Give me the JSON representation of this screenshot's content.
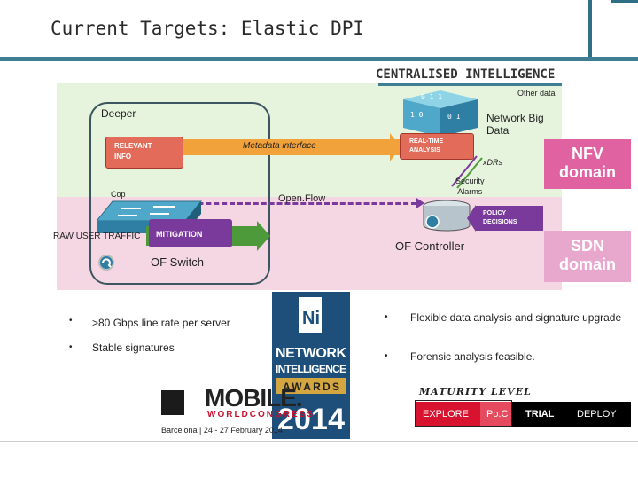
{
  "title": "Current Targets: Elastic DPI",
  "centralised_intelligence": "CENTRALISED INTELLIGENCE",
  "other_data": "Other data",
  "deeper": "Deeper",
  "relevant_info": [
    "RELEVANT",
    "INFO"
  ],
  "metadata_interface": "Metadata interface",
  "real_time_analysis": [
    "REAL-TIME",
    "ANALYSIS"
  ],
  "network_big_data": [
    "Network Big",
    "Data"
  ],
  "xdrs": "xDRs",
  "nfv_domain": [
    "NFV",
    "domain"
  ],
  "security_alarms": [
    "Security",
    "Alarms"
  ],
  "copy": "Cop",
  "openflow": "Open.Flow",
  "policy_decisions": [
    "POLICY",
    "DECISIONS"
  ],
  "raw_user_traffic": "RAW USER TRAFFIC",
  "mitigation": "MITIGATION",
  "of_controller": "OF Controller",
  "sdn_domain": [
    "SDN",
    "domain"
  ],
  "of_switch": "OF Switch",
  "bullets_left": [
    {
      "marker": "•",
      "text": ">80 Gbps line rate per server"
    },
    {
      "marker": "•",
      "text": "Stable signatures"
    }
  ],
  "bullets_right": [
    {
      "marker": "•",
      "text": "Flexible data analysis and signature upgrade"
    },
    {
      "marker": "•",
      "text": "Forensic analysis feasible."
    }
  ],
  "maturity_level": {
    "label": "MATURITY LEVEL",
    "steps": [
      "EXPLORE",
      "Po.C",
      "TRIAL",
      "DEPLOY"
    ]
  },
  "mwc_logo": {
    "brand": "MOBILE.",
    "subtitle": "WORLDCONGRESS",
    "location": "Barcelona | 24 - 27 February 2014"
  },
  "award_logo": {
    "badge": "Ni",
    "line1": "NETWORK",
    "line2": "INTELLIGENCE",
    "line3": "AWARDS",
    "year": "2014"
  },
  "colors": {
    "accent_teal": "#3f7d93",
    "nfv_pink": "#e062a0",
    "sdn_pink": "#e8a7cc",
    "relevant_red": "#e26b5a",
    "metadata_orange": "#f2a23a",
    "openflow_purple": "#7a3a9c",
    "traffic_green": "#4c9a3a"
  }
}
